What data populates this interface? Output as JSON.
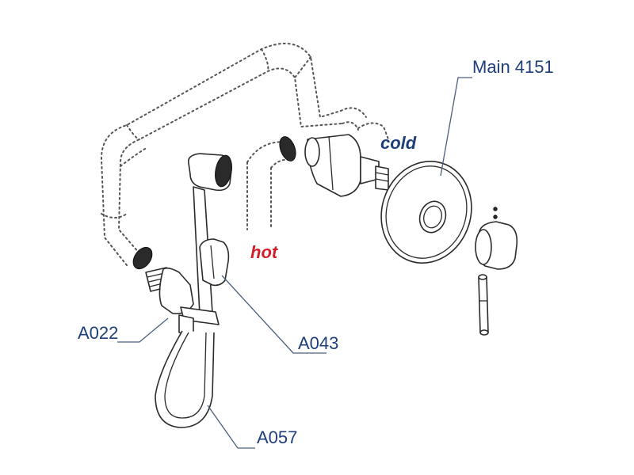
{
  "labels": {
    "main": "Main 4151",
    "cold": "cold",
    "hot": "hot",
    "a022": "A022",
    "a043": "A043",
    "a057": "A057"
  },
  "colors": {
    "callout": "#1f3f7a",
    "hot": "#d21f2a",
    "cold": "#1f3f7a"
  }
}
